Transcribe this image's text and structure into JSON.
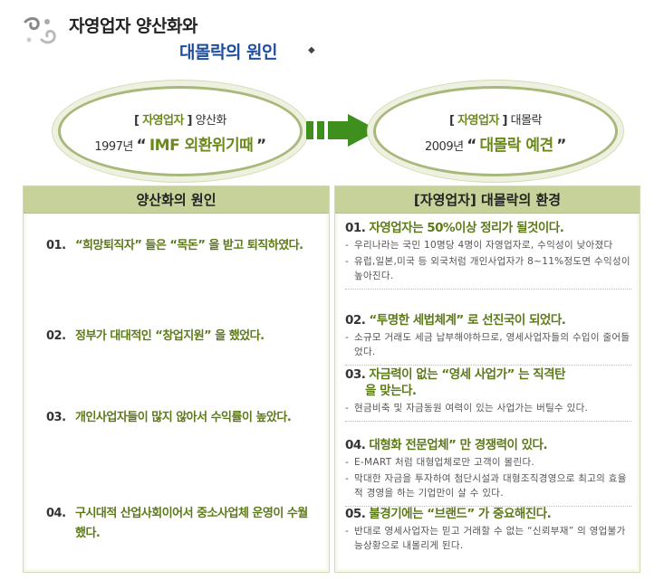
{
  "title": {
    "line1": "자영업자 양산화와",
    "line2": "대몰락의 원인"
  },
  "ellipse_left": {
    "bracket_open": "[",
    "keyword": "자영업자",
    "bracket_close": "]",
    "label": "양산화",
    "year": "1997년",
    "quote_open": "“",
    "event": "IMF 외환위기때",
    "quote_close": "”"
  },
  "ellipse_right": {
    "bracket_open": "[",
    "keyword": "자영업자",
    "bracket_close": "]",
    "label": "대몰락",
    "year": "2009년",
    "quote_open": "“",
    "event": "대몰락 예견",
    "quote_close": "”"
  },
  "causes": {
    "header": "양산화의 원인",
    "items": [
      {
        "num": "01.",
        "text": "“희망퇴직자” 들은 “목돈” 을 받고 퇴직하였다."
      },
      {
        "num": "02.",
        "text": "정부가 대대적인 “창업지원” 을 했었다."
      },
      {
        "num": "03.",
        "text": "개인사업자들이 많지 않아서 수익률이 높았다."
      },
      {
        "num": "04.",
        "text": "구시대적 산업사회이어서 중소사업체 운영이 수월 했다."
      }
    ]
  },
  "environment": {
    "header": "[자영업자] 대몰락의 환경",
    "items": [
      {
        "num": "01.",
        "title": "자영업자는 50%이상 정리가 될것이다.",
        "bullets": [
          "우리나라는 국민 10명당 4명이 자영업자로, 수익성이 낮아졌다",
          "유럽,일본,미국 등 외국처럼 개인사업자가 8~11%정도면 수익성이 높아진다."
        ]
      },
      {
        "num": "02.",
        "title": "“투명한 세법체계” 로 선진국이 되었다.",
        "bullets": [
          "소규모 거래도 세금 납부해야하므로, 영세사업자들의 수입이 줄어들었다."
        ]
      },
      {
        "num": "03.",
        "title_a": "자금력이 없는 “영세 사업가” 는 직격탄",
        "title_b": "을 맞는다.",
        "bullets": [
          "현금비축 및 자금동원 여력이 있는 사업가는 버틸수 있다."
        ]
      },
      {
        "num": "04.",
        "title": "대형화 전문업체” 만 경쟁력이 있다.",
        "bullets": [
          "E-MART 처럼 대형업체로만 고객이 몰린다.",
          "막대한 자금을 투자하여 첨단시설과 대형조직경영으로 최고의 효율적 경영을 하는 기업만이 살 수 있다."
        ]
      },
      {
        "num": "05.",
        "title": "불경기에는 “브랜드” 가 중요해진다.",
        "bullets": [
          "반대로 영세사업자는 믿고 거래할 수 없는 “신뢰부재” 의 영업불가능상황으로 내몰리게 된다."
        ]
      }
    ]
  },
  "colors": {
    "accent_green": "#5d7a18",
    "title_blue": "#1f4f9a",
    "panel_header": "#c7d29a",
    "arrow_green": "#3f8f1f"
  }
}
